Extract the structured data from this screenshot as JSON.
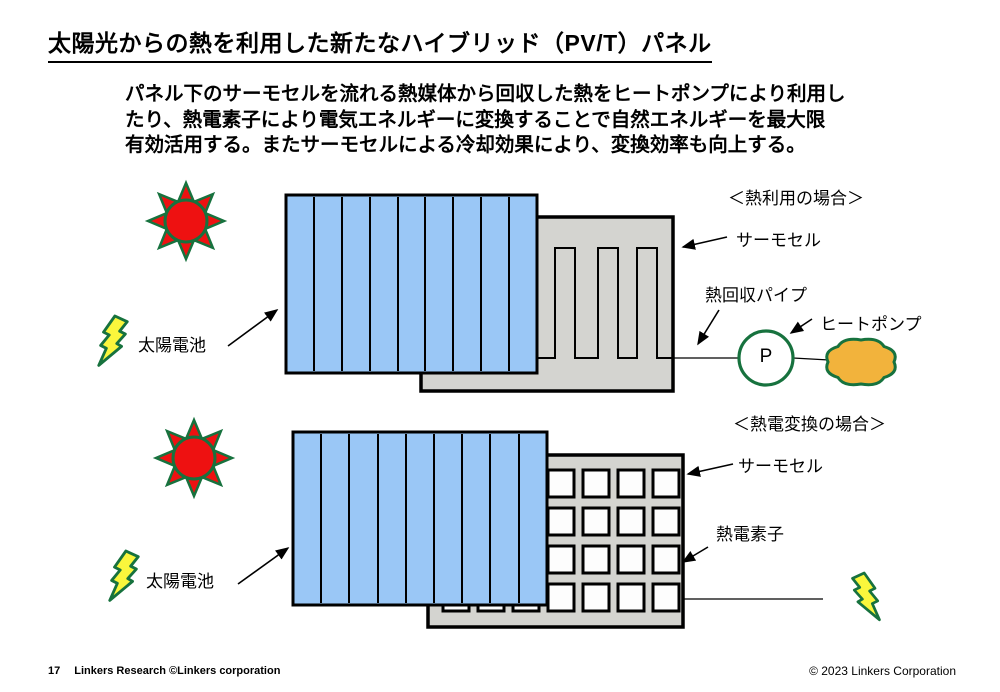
{
  "title": "太陽光からの熱を利用した新たなハイブリッド（PV/T）パネル",
  "description": "パネル下のサーモセルを流れる熱媒体から回収した熱をヒートポンプにより利用し\nたり、熱電素子により電気エネルギーに変換することで自然エネルギーを最大限\n有効活用する。またサーモセルによる冷却効果により、変換効率も向上する。",
  "diagram_top": {
    "case_label": "＜熱利用の場合＞",
    "solar_cell_label": "太陽電池",
    "thermocell_label": "サーモセル",
    "pipe_label": "熱回収パイプ",
    "heat_pump_label": "ヒートポンプ",
    "pump_symbol": "P"
  },
  "diagram_bottom": {
    "case_label": "＜熱電変換の場合＞",
    "solar_cell_label": "太陽電池",
    "thermocell_label": "サーモセル",
    "thermoelectric_label": "熱電素子"
  },
  "icons": {
    "sun": "sun-icon",
    "solar_lightning": "lightning-bolt-icon",
    "electric_output": "lightning-bolt-icon",
    "pump": "pump-circle-icon",
    "heat_output": "heat-cloud-icon"
  },
  "colors": {
    "panel_blue": "#9AC7F6",
    "panel_gray": "#D4D4D0",
    "square_white": "#FDFDFD",
    "sun_red": "#EE1111",
    "outline_green": "#17723E",
    "bolt_yellow": "#FAF63C",
    "cloud_orange": "#F2B33C",
    "line_black": "#000000"
  },
  "footer": {
    "page_number": "17",
    "left_text": "Linkers Research ©Linkers corporation",
    "right_text": "© 2023 Linkers Corporation"
  }
}
